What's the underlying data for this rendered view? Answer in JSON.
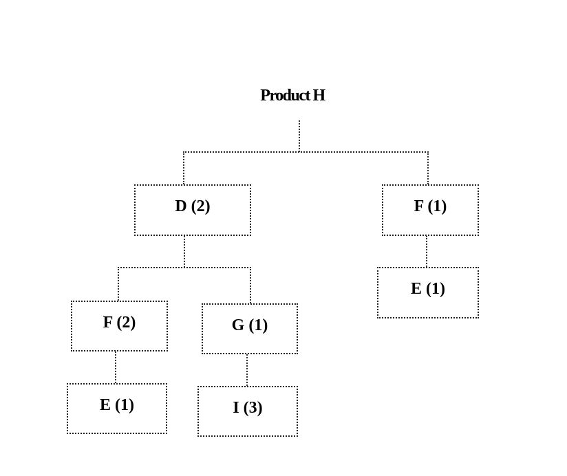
{
  "diagram": {
    "type": "product-structure-tree",
    "root": {
      "label": "Product H"
    },
    "nodes": [
      {
        "id": "d",
        "label": "D (2)",
        "parent": "root"
      },
      {
        "id": "f1",
        "label": "F (1)",
        "parent": "root"
      },
      {
        "id": "e_right",
        "label": "E (1)",
        "parent": "f1"
      },
      {
        "id": "f2",
        "label": "F (2)",
        "parent": "d"
      },
      {
        "id": "g",
        "label": "G (1)",
        "parent": "d"
      },
      {
        "id": "e_left",
        "label": "E (1)",
        "parent": "f2"
      },
      {
        "id": "i",
        "label": "I (3)",
        "parent": "g"
      }
    ],
    "line_color": "#222222",
    "box_border_style": "dotted"
  }
}
